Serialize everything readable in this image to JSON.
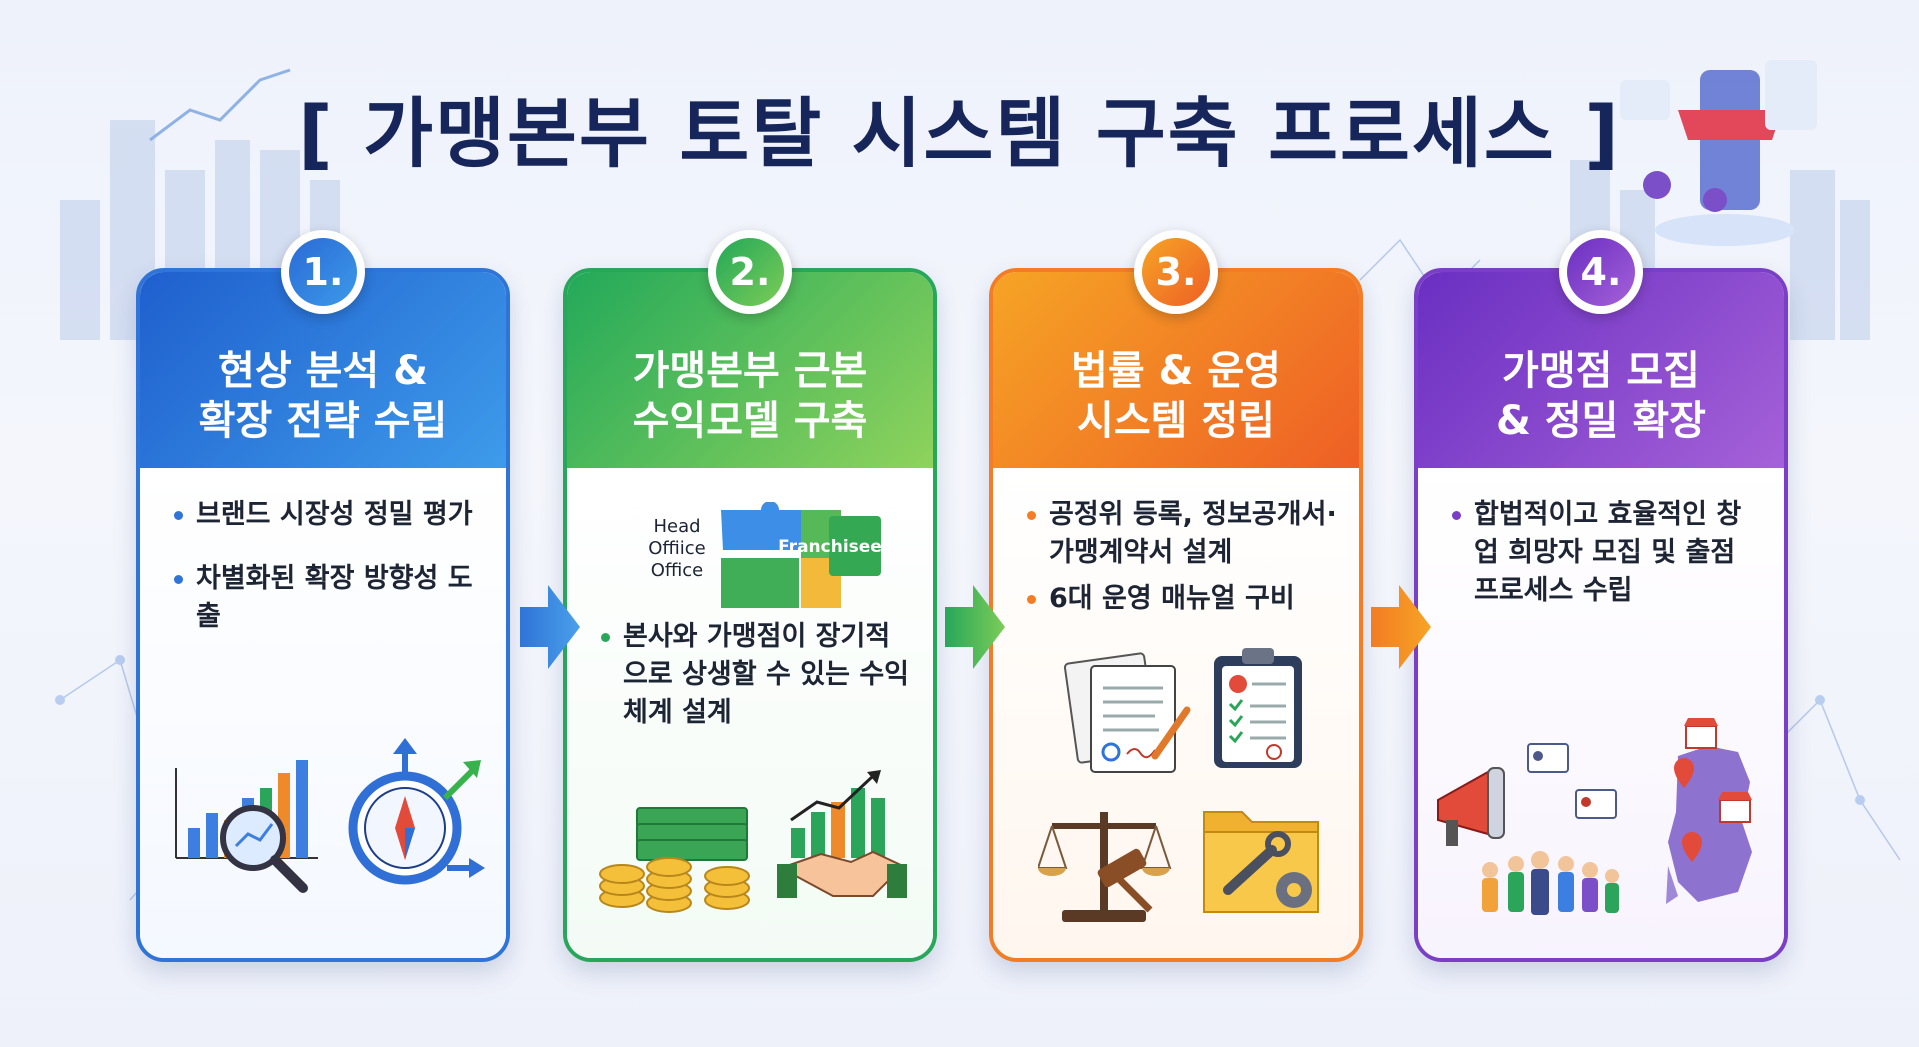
{
  "title": "[ 가맹본부 토탈 시스템 구축 프로세스 ]",
  "colors": {
    "step1": "#2f74d8",
    "step2": "#27a75a",
    "step3": "#f37c24",
    "step4": "#7a3fc6",
    "title": "#16265a"
  },
  "steps": [
    {
      "number": "1.",
      "title_line1": "현상 분석 &",
      "title_line2": "확장 전략 수립",
      "bullets": [
        "브랜드 시장성 정밀 평가",
        "차별화된 확장 방향성 도출"
      ],
      "icons": [
        "bar-chart-magnifier-icon",
        "compass-arrows-icon"
      ]
    },
    {
      "number": "2.",
      "title_line1": "가맹본부 근본",
      "title_line2": "수익모델 구축",
      "puzzle_left_label": "Head Offiice Office",
      "puzzle_right_label": "Franchisee",
      "bullets": [
        "본사와 가맹점이 장기적으로 상생할 수 있는 수익 체계 설계"
      ],
      "icons": [
        "puzzle-icon",
        "money-coins-icon",
        "handshake-growth-icon"
      ]
    },
    {
      "number": "3.",
      "title_line1": "법률 & 운영",
      "title_line2": "시스템 정립",
      "bullets": [
        "공정위 등록, 정보공개서·가맹계약서 설계",
        "6대 운영 매뉴얼 구비"
      ],
      "icons": [
        "contract-documents-icon",
        "checklist-clipboard-icon",
        "scales-gavel-icon",
        "folder-tools-icon"
      ]
    },
    {
      "number": "4.",
      "title_line1": "가맹점 모집",
      "title_line2": "& 정밀 확장",
      "bullets": [
        "합법적이고 효율적인 창업 희망자 모집 및 출점 프로세스 수립"
      ],
      "icons": [
        "megaphone-people-icon",
        "korea-map-stores-icon"
      ]
    }
  ]
}
